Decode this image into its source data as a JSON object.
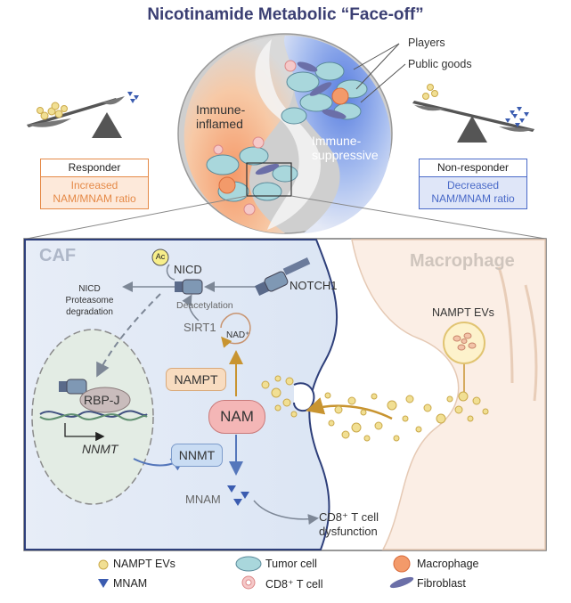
{
  "title": "Nicotinamide Metabolic “Face-off”",
  "top": {
    "players_label": "Players",
    "public_goods_label": "Public goods",
    "immune_inflamed_label": "Immune-\ninflamed",
    "immune_suppressive_label": "Immune-\nsuppressive"
  },
  "responder": {
    "header": "Responder",
    "body_line1": "Increased",
    "body_line2": "NAM/MNAM ratio"
  },
  "non_responder": {
    "header": "Non-responder",
    "body_line1": "Decreased",
    "body_line2": "NAM/MNAM ratio"
  },
  "panel": {
    "caf_label": "CAF",
    "macrophage_label": "Macrophage",
    "ac_label": "Ac",
    "nicd_label": "NICD",
    "notch1_label": "NOTCH1",
    "nicd_degradation_line1": "NICD",
    "nicd_degradation_line2": "Proteasome",
    "nicd_degradation_line3": "degradation",
    "deacetylation_label": "Deacetylation",
    "sirt1_label": "SIRT1",
    "nad_label": "NAD⁺",
    "nampt_label": "NAMPT",
    "nam_label": "NAM",
    "nnmt_label": "NNMT",
    "nnmt_gene_label": "NNMT",
    "rbpj_label": "RBP-J",
    "mnam_label": "MNAM",
    "cd8_line1": "CD8⁺ T cell",
    "cd8_line2": "dysfunction",
    "nampt_evs_label": "NAMPT EVs"
  },
  "legend": {
    "nampt_evs": "NAMPT EVs",
    "mnam": "MNAM",
    "tumor_cell": "Tumor cell",
    "cd8_t_cell": "CD8⁺ T cell",
    "macrophage": "Macrophage",
    "fibroblast": "Fibroblast"
  },
  "colors": {
    "title": "#3b3f73",
    "responder_border": "#e58a48",
    "responder_fill": "#fde9da",
    "non_responder_border": "#4a6ac8",
    "non_responder_fill": "#dfe6f8",
    "caf_fill": "#e3ebf6",
    "macrophage_fill": "#fbeee5",
    "nam_fill": "#f4b6b6",
    "nampt_fill": "#f8dcc0",
    "nnmt_fill": "#c9dcf3",
    "ev_yellow": "#f1df93",
    "mnam_blue": "#3b5cb0"
  }
}
